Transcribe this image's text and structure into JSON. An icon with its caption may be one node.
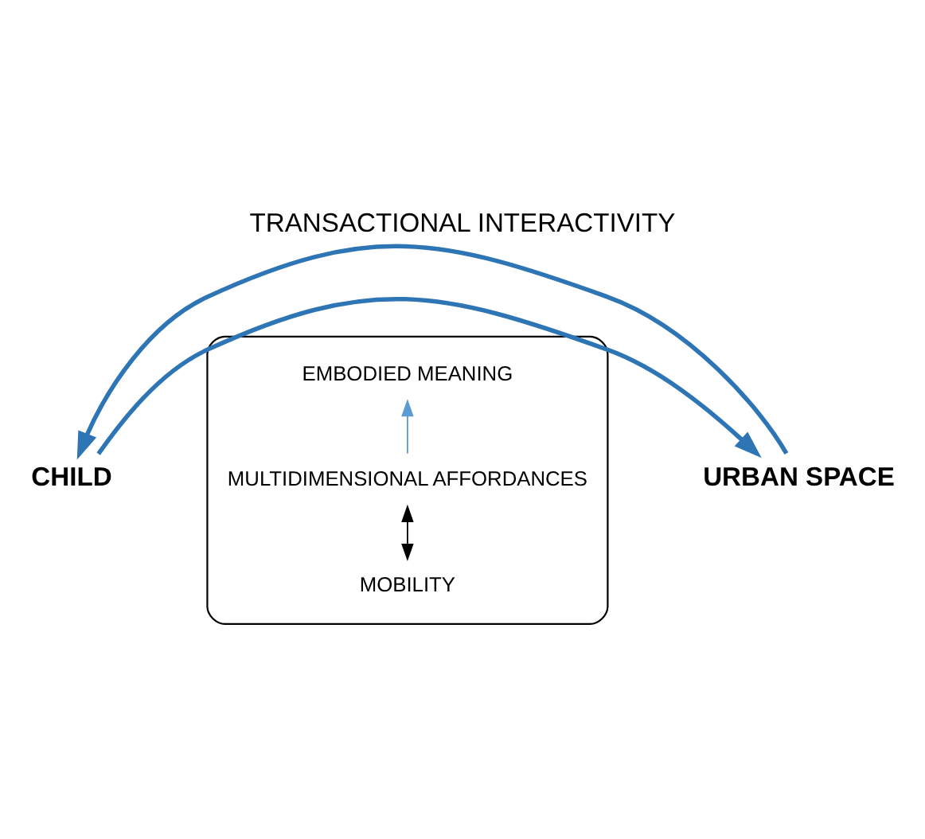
{
  "diagram": {
    "title": "TRANSACTIONAL INTERACTIVITY",
    "nodes": [
      {
        "text": [
          "CHILD"
        ]
      },
      {
        "text": [
          "URBAN SPACE"
        ]
      },
      {
        "text": [],
        "shape": "ellipse"
      },
      {
        "text": [
          "MOBILITY"
        ],
        "in": 2
      },
      {
        "text": [
          "MULTIDIMENSIONAL AFFORDANCES"
        ],
        "in": 2
      },
      {
        "text": [
          "EMBODIED MEANING"
        ],
        "in": 2
      }
    ],
    "edges": [
      {
        "from": 0,
        "to": 1,
        "arrow": "to",
        "style": "thick"
      },
      {
        "from": 1,
        "to": 0,
        "arrow": "to",
        "style": "thick"
      },
      {
        "from": 3,
        "to": 4,
        "arrow": "both",
        "color": "#000000"
      },
      {
        "from": 4,
        "to": 5,
        "arrow": "to",
        "color": "#5b9bd5"
      }
    ]
  }
}
